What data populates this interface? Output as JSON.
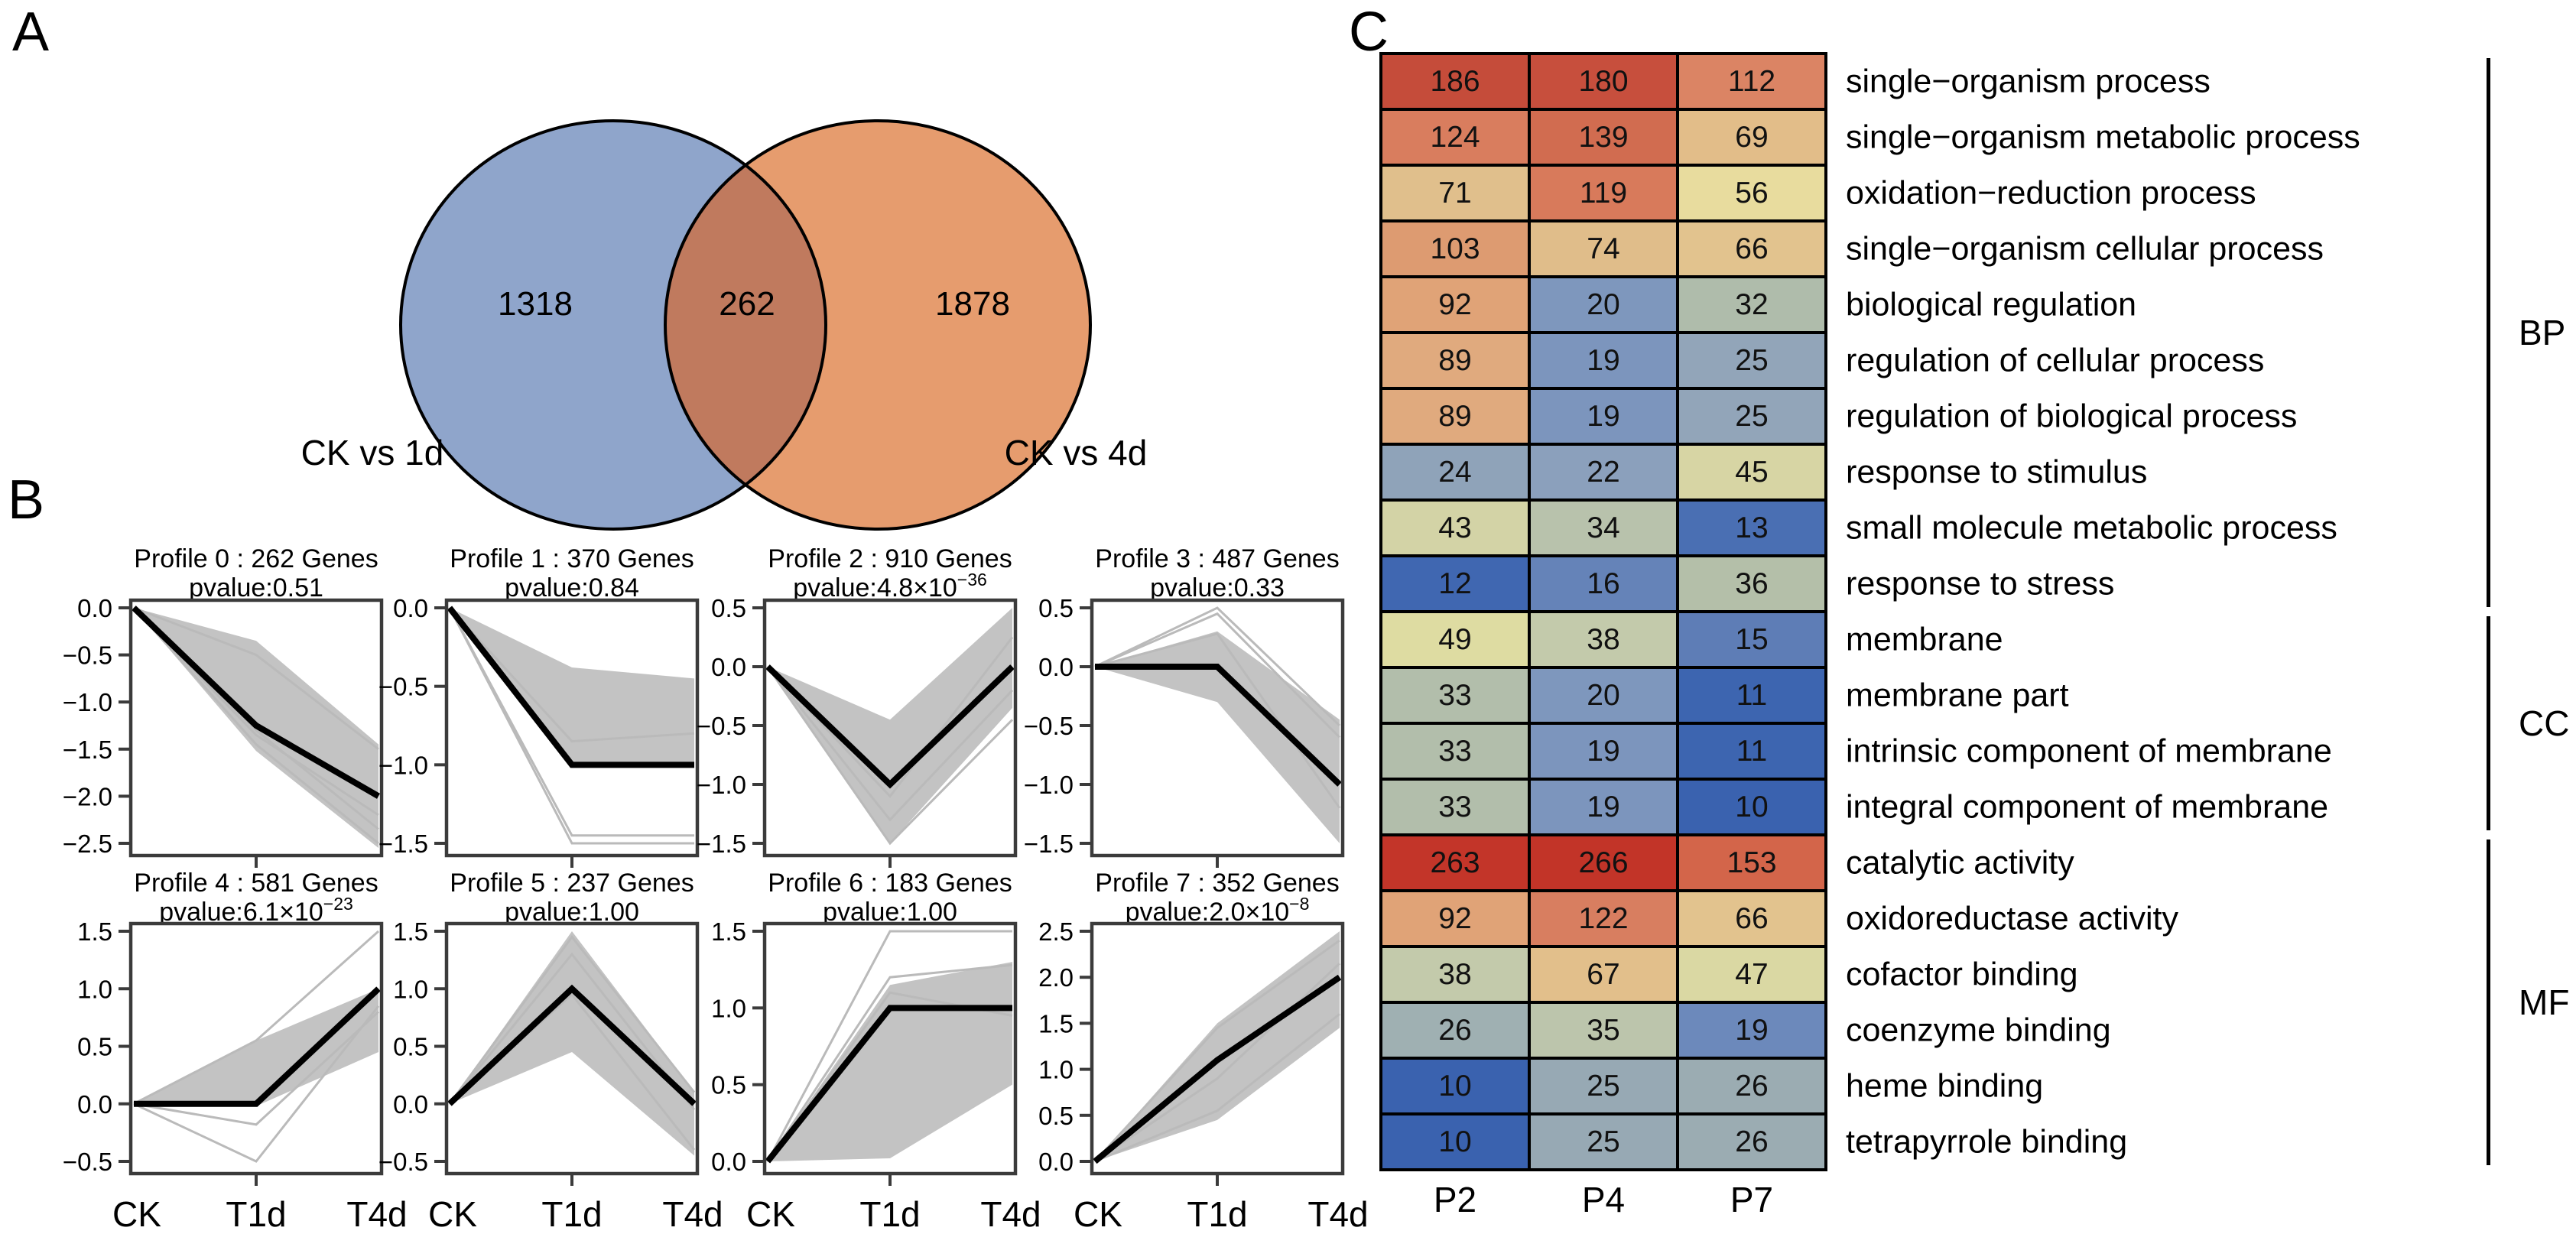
{
  "figure": {
    "panel_a_label": "A",
    "panel_b_label": "B",
    "panel_c_label": "C"
  },
  "chart_data": [
    {
      "type": "venn",
      "panel": "A",
      "sets": [
        {
          "label": "CK vs 1d",
          "size": 1318,
          "color": "#8FA5CB"
        },
        {
          "label": "CK vs 4d",
          "size": 1878,
          "color": "#E69C6E"
        }
      ],
      "overlap": {
        "size": 262,
        "color": "#C07A5E"
      },
      "outline_color": "#000000"
    },
    {
      "type": "line",
      "panel": "B",
      "title": "Profile 0 : 262 Genes",
      "pvalue": "pvalue:0.51",
      "pvalue_sup": "",
      "x": [
        "CK",
        "T1d",
        "T4d"
      ],
      "yticks": [
        0.0,
        -0.5,
        -1.0,
        -1.5,
        -2.0,
        -2.5
      ],
      "mean_line": [
        0,
        -1.25,
        -2.0
      ],
      "band_upper": [
        0,
        -0.35,
        -1.45
      ],
      "band_lower": [
        0,
        -1.52,
        -2.55
      ],
      "trace_lines": [
        [
          0,
          -0.5,
          -1.5
        ],
        [
          0,
          -1.35,
          -2.2
        ],
        [
          0,
          -1.45,
          -2.5
        ],
        [
          0,
          -1.3,
          -2.35
        ]
      ]
    },
    {
      "type": "line",
      "panel": "B",
      "title": "Profile 1 : 370 Genes",
      "pvalue": "pvalue:0.84",
      "pvalue_sup": "",
      "x": [
        "CK",
        "T1d",
        "T4d"
      ],
      "yticks": [
        0.0,
        -0.5,
        -1.0,
        -1.5
      ],
      "mean_line": [
        0,
        -1.0,
        -1.0
      ],
      "band_upper": [
        0,
        -0.38,
        -0.45
      ],
      "band_lower": [
        0,
        -1.02,
        -1.0
      ],
      "trace_lines": [
        [
          0,
          -1.45,
          -1.45
        ],
        [
          0,
          -1.5,
          -1.5
        ],
        [
          0,
          -0.85,
          -0.8
        ]
      ]
    },
    {
      "type": "line",
      "panel": "B",
      "title": "Profile 2 : 910 Genes",
      "pvalue": "pvalue:4.8×10",
      "pvalue_sup": "−36",
      "x": [
        "CK",
        "T1d",
        "T4d"
      ],
      "yticks": [
        0.5,
        0.0,
        -0.5,
        -1.0,
        -1.5
      ],
      "mean_line": [
        0,
        -1.0,
        0.0
      ],
      "band_upper": [
        0,
        -0.45,
        0.5
      ],
      "band_lower": [
        0,
        -1.5,
        -0.35
      ],
      "trace_lines": [
        [
          0,
          -1.5,
          -0.45
        ],
        [
          0,
          -1.3,
          -0.2
        ],
        [
          0,
          -1.1,
          0.25
        ]
      ]
    },
    {
      "type": "line",
      "panel": "B",
      "title": "Profile 3 : 487 Genes",
      "pvalue": "pvalue:0.33",
      "pvalue_sup": "",
      "x": [
        "CK",
        "T1d",
        "T4d"
      ],
      "yticks": [
        0.5,
        0.0,
        -0.5,
        -1.0,
        -1.5
      ],
      "mean_line": [
        0,
        0.0,
        -1.0
      ],
      "band_upper": [
        0,
        0.3,
        -0.45
      ],
      "band_lower": [
        0,
        -0.3,
        -1.5
      ],
      "trace_lines": [
        [
          0,
          0.5,
          -0.5
        ],
        [
          0,
          0.45,
          -0.6
        ],
        [
          0,
          0.28,
          -1.2
        ]
      ]
    },
    {
      "type": "line",
      "panel": "B",
      "title": "Profile 4 : 581 Genes",
      "pvalue": "pvalue:6.1×10",
      "pvalue_sup": "−23",
      "x": [
        "CK",
        "T1d",
        "T4d"
      ],
      "yticks": [
        1.5,
        1.0,
        0.5,
        0.0,
        -0.5
      ],
      "mean_line": [
        0,
        0.0,
        1.0
      ],
      "band_upper": [
        0,
        0.55,
        1.0
      ],
      "band_lower": [
        0,
        -0.02,
        0.45
      ],
      "trace_lines": [
        [
          0,
          -0.5,
          0.85
        ],
        [
          0,
          -0.18,
          0.8
        ],
        [
          0,
          0.55,
          1.5
        ]
      ]
    },
    {
      "type": "line",
      "panel": "B",
      "title": "Profile 5 : 237 Genes",
      "pvalue": "pvalue:1.00",
      "pvalue_sup": "",
      "x": [
        "CK",
        "T1d",
        "T4d"
      ],
      "yticks": [
        1.5,
        1.0,
        0.5,
        0.0,
        -0.5
      ],
      "mean_line": [
        0,
        1.0,
        0.0
      ],
      "band_upper": [
        0,
        1.5,
        0.1
      ],
      "band_lower": [
        0,
        0.45,
        -0.45
      ],
      "trace_lines": [
        [
          0,
          1.45,
          0.1
        ],
        [
          0,
          1.3,
          -0.05
        ],
        [
          0,
          0.95,
          -0.4
        ]
      ]
    },
    {
      "type": "line",
      "panel": "B",
      "title": "Profile 6 : 183 Genes",
      "pvalue": "pvalue:1.00",
      "pvalue_sup": "",
      "x": [
        "CK",
        "T1d",
        "T4d"
      ],
      "yticks": [
        1.5,
        1.0,
        0.5,
        0.0
      ],
      "mean_line": [
        0,
        1.0,
        1.0
      ],
      "band_upper": [
        0,
        1.15,
        1.3
      ],
      "band_lower": [
        0,
        0.02,
        0.5
      ],
      "trace_lines": [
        [
          0,
          1.5,
          1.5
        ],
        [
          0,
          1.2,
          1.28
        ],
        [
          0,
          1.1,
          0.95
        ]
      ]
    },
    {
      "type": "line",
      "panel": "B",
      "title": "Profile 7 : 352 Genes",
      "pvalue": "pvalue:2.0×10",
      "pvalue_sup": "−8",
      "x": [
        "CK",
        "T1d",
        "T4d"
      ],
      "yticks": [
        2.5,
        2.0,
        1.5,
        1.0,
        0.5,
        0.0
      ],
      "mean_line": [
        0,
        1.1,
        2.0
      ],
      "band_upper": [
        0,
        1.5,
        2.5
      ],
      "band_lower": [
        0,
        0.45,
        1.45
      ],
      "trace_lines": [
        [
          0,
          1.45,
          2.4
        ],
        [
          0,
          0.55,
          1.6
        ],
        [
          0,
          0.9,
          2.15
        ]
      ]
    },
    {
      "type": "heatmap",
      "panel": "C",
      "columns": [
        "P2",
        "P4",
        "P7"
      ],
      "rows": [
        {
          "label": "single−organism process",
          "values": [
            186,
            180,
            112
          ],
          "colors": [
            "#C54C3A",
            "#C74F3D",
            "#DB8464"
          ]
        },
        {
          "label": "single−organism metabolic process",
          "values": [
            124,
            139,
            69
          ],
          "colors": [
            "#D97D5E",
            "#D16C50",
            "#E2BD89"
          ]
        },
        {
          "label": "oxidation−reduction process",
          "values": [
            71,
            119,
            56
          ],
          "colors": [
            "#E0BF8C",
            "#D87A5B",
            "#E8DC9E"
          ]
        },
        {
          "label": "single−organism cellular process",
          "values": [
            103,
            74,
            66
          ],
          "colors": [
            "#DD9B71",
            "#E0BD8A",
            "#E2C38E"
          ]
        },
        {
          "label": "biological regulation",
          "values": [
            92,
            20,
            32
          ],
          "colors": [
            "#E0A377",
            "#7E97BD",
            "#AFBCAB"
          ]
        },
        {
          "label": "regulation of cellular process",
          "values": [
            89,
            19,
            25
          ],
          "colors": [
            "#E0AA7E",
            "#7C95BD",
            "#92A5B9"
          ]
        },
        {
          "label": "regulation of biological process",
          "values": [
            89,
            19,
            25
          ],
          "colors": [
            "#E0AA7E",
            "#7C95BD",
            "#92A5B9"
          ]
        },
        {
          "label": "response to stimulus",
          "values": [
            24,
            22,
            45
          ],
          "colors": [
            "#8FA3B9",
            "#8BA0BC",
            "#D7D5A4"
          ]
        },
        {
          "label": "small molecule metabolic process",
          "values": [
            43,
            34,
            13
          ],
          "colors": [
            "#D3D3A6",
            "#B8C2AC",
            "#4A6FB3"
          ]
        },
        {
          "label": "response to stress",
          "values": [
            12,
            16,
            36
          ],
          "colors": [
            "#4067B1",
            "#6583B8",
            "#B4BFA9"
          ]
        },
        {
          "label": "membrane",
          "values": [
            49,
            38,
            15
          ],
          "colors": [
            "#DEDCA2",
            "#C3CAAB",
            "#5E7DB6"
          ]
        },
        {
          "label": "membrane part",
          "values": [
            33,
            20,
            11
          ],
          "colors": [
            "#B2BEAB",
            "#7E97BD",
            "#3D65B0"
          ]
        },
        {
          "label": "intrinsic component of membrane",
          "values": [
            33,
            19,
            11
          ],
          "colors": [
            "#B2BEAB",
            "#7C95BD",
            "#3D65B0"
          ]
        },
        {
          "label": "integral component of membrane",
          "values": [
            33,
            19,
            10
          ],
          "colors": [
            "#B2BEAB",
            "#7C95BD",
            "#3A62AF"
          ]
        },
        {
          "label": "catalytic activity",
          "values": [
            263,
            266,
            153
          ],
          "colors": [
            "#C33529",
            "#C23428",
            "#D3654A"
          ]
        },
        {
          "label": "oxidoreductase activity",
          "values": [
            92,
            122,
            66
          ],
          "colors": [
            "#E0A377",
            "#D87E60",
            "#E2C38E"
          ]
        },
        {
          "label": "cofactor binding",
          "values": [
            38,
            67,
            47
          ],
          "colors": [
            "#C3CAAB",
            "#E2BF8B",
            "#DAD8A3"
          ]
        },
        {
          "label": "coenzyme binding",
          "values": [
            26,
            35,
            19
          ],
          "colors": [
            "#9FB0B2",
            "#BCC5AC",
            "#6C89BB"
          ]
        },
        {
          "label": "heme binding",
          "values": [
            10,
            25,
            26
          ],
          "colors": [
            "#3A62AF",
            "#97A9B4",
            "#9BACB2"
          ]
        },
        {
          "label": "tetrapyrrole binding",
          "values": [
            10,
            25,
            26
          ],
          "colors": [
            "#3A62AF",
            "#97A9B4",
            "#9BACB2"
          ]
        }
      ],
      "groups": [
        {
          "label": "BP",
          "rows": 10
        },
        {
          "label": "CC",
          "rows": 4
        },
        {
          "label": "MF",
          "rows": 6
        }
      ],
      "line_chart_colors": {
        "mean_line": "#000000",
        "band": "#C3C3C3",
        "traces": "#BABABA"
      }
    }
  ]
}
